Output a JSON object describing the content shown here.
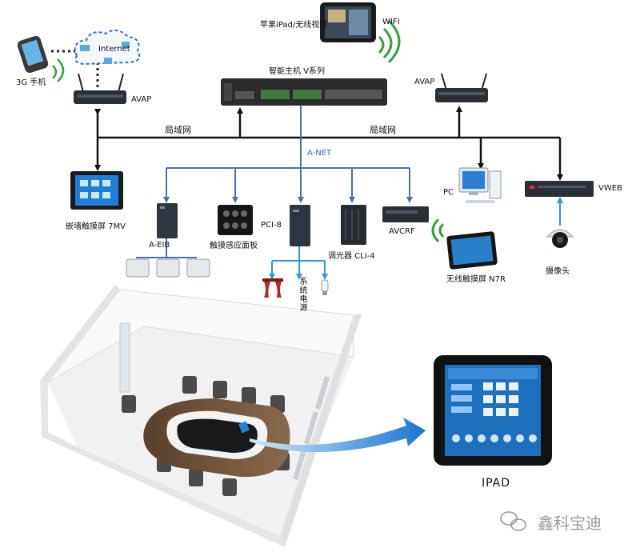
{
  "diagram": {
    "labels": {
      "ipad_wireless": "苹果iPad/无线视频",
      "wifi": "WIFI",
      "internet": "Internet",
      "phone_3g": "3G 手机",
      "avap_left": "AVAP",
      "avap_right": "AVAP",
      "host": "智能主机 V系列",
      "lan_left": "局域网",
      "lan_right": "局域网",
      "anet": "A-NET",
      "panel_7mv": "嵌墙触摸屏 7MV",
      "a_eib": "A-EIB",
      "touch_panel": "触摸感应面板",
      "pci8": "PCI-8",
      "dimmer": "调光器 CLI-4",
      "avcrf": "AVCRF",
      "system_power": "系统电源",
      "pc": "PC",
      "vweb": "VWEB",
      "n7r": "无线触摸屏 N7R",
      "camera": "摄像头",
      "ipad": "IPAD",
      "watermark": "鑫科宝迪"
    }
  },
  "colors": {
    "trunk": "#111111",
    "anet": "#4a6fb0",
    "device": "#2a2f36",
    "screen": "#1f7fd8",
    "wifi": "#2fa336",
    "arrow": "#1976d2"
  }
}
